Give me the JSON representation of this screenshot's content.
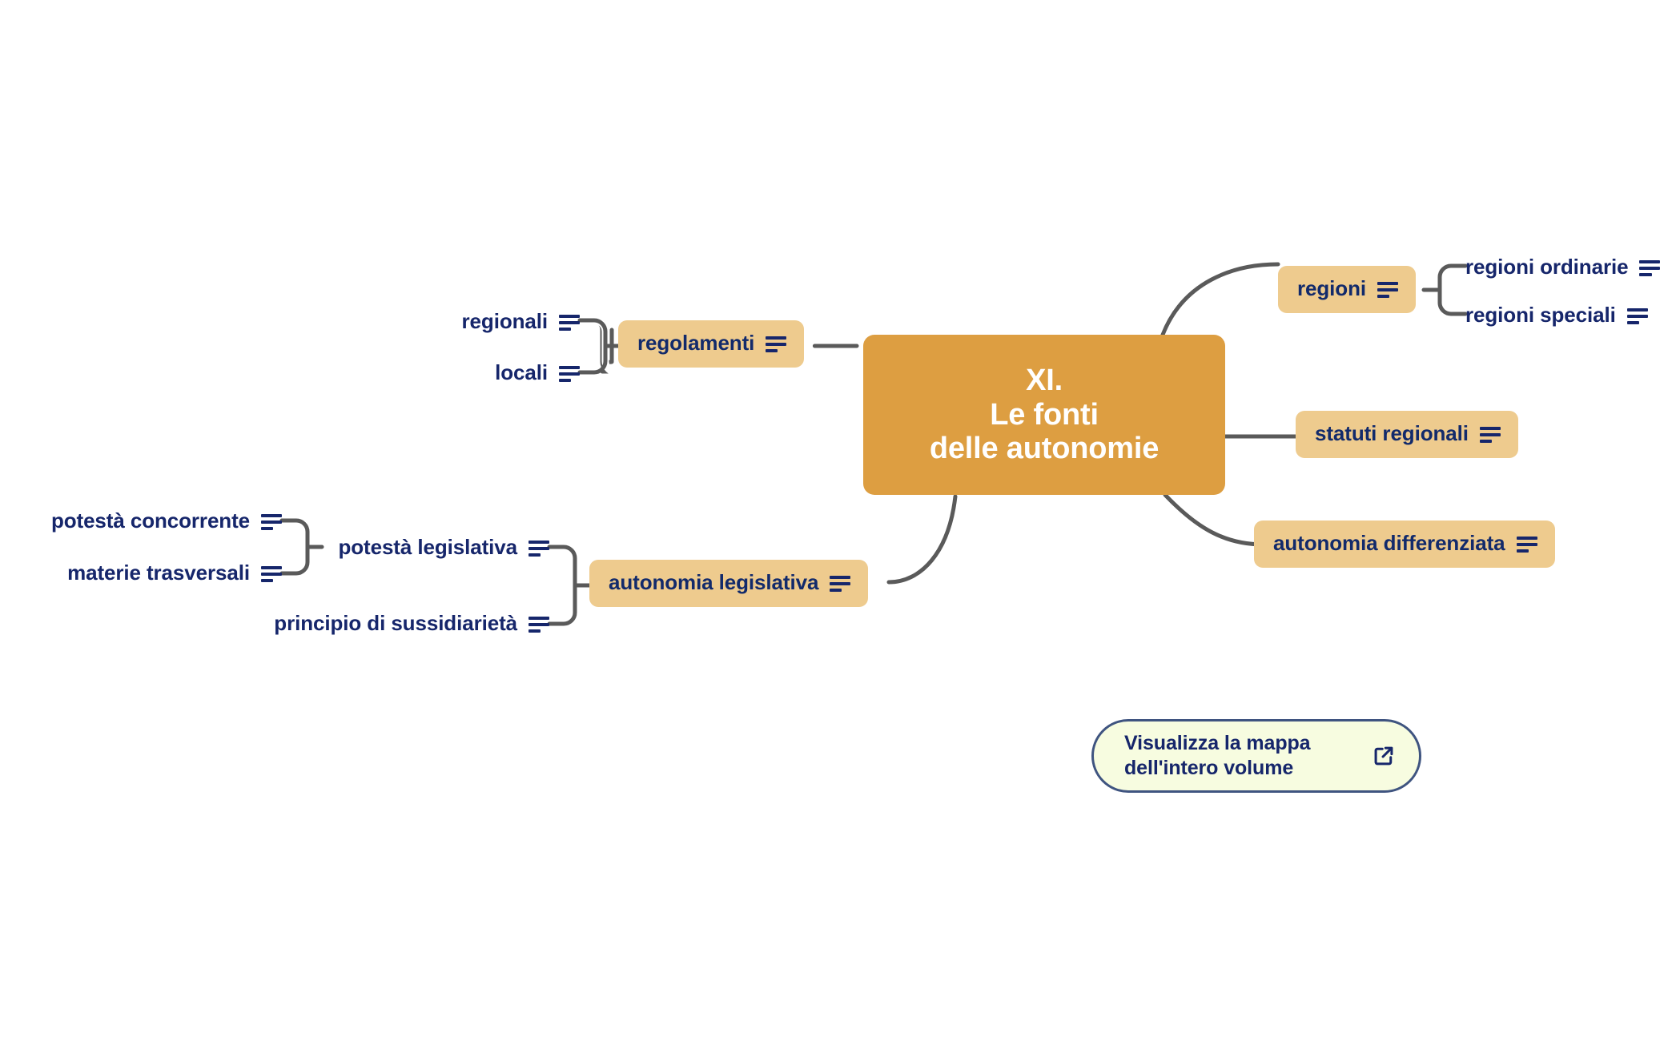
{
  "map": {
    "root": {
      "label": "XI.\nLe fonti\ndelle autonomie",
      "color": "#DD9E41",
      "text_color": "#FFFFFF"
    },
    "branch_color": "#EECB8E",
    "leaf_text_color": "#16266B",
    "edge_color": "#5A5A5A",
    "branches": [
      {
        "id": "regioni",
        "label": "regioni",
        "side": "right",
        "note_icon": "note-lines-icon",
        "children": [
          {
            "id": "regioni-ordinarie",
            "label": "regioni ordinarie",
            "note_icon": "note-lines-icon"
          },
          {
            "id": "regioni-speciali",
            "label": "regioni speciali",
            "note_icon": "note-lines-icon"
          }
        ]
      },
      {
        "id": "statuti-regionali",
        "label": "statuti regionali",
        "side": "right",
        "note_icon": "note-lines-icon",
        "children": []
      },
      {
        "id": "autonomia-differenziata",
        "label": "autonomia differenziata",
        "side": "right",
        "note_icon": "note-lines-icon",
        "children": []
      },
      {
        "id": "regolamenti",
        "label": "regolamenti",
        "side": "left",
        "note_icon": "note-lines-icon",
        "children": [
          {
            "id": "regionali",
            "label": "regionali",
            "note_icon": "note-lines-icon"
          },
          {
            "id": "locali",
            "label": "locali",
            "note_icon": "note-lines-icon"
          }
        ]
      },
      {
        "id": "autonomia-legislativa",
        "label": "autonomia legislativa",
        "side": "left",
        "note_icon": "note-lines-icon",
        "children": [
          {
            "id": "potesta-legislativa",
            "label": "potestà legislativa",
            "note_icon": "note-lines-icon",
            "children": [
              {
                "id": "potesta-concorrente",
                "label": "potestà concorrente",
                "note_icon": "note-lines-icon"
              },
              {
                "id": "materie-trasversali",
                "label": "materie trasversali",
                "note_icon": "note-lines-icon"
              }
            ]
          },
          {
            "id": "principio-di-sussidiarieta",
            "label": "principio di sussidiarietà",
            "note_icon": "note-lines-icon"
          }
        ]
      }
    ]
  },
  "footer": {
    "button": {
      "label": "Visualizza la mappa\ndell'intero volume",
      "icon": "external-link-icon",
      "background": "#F7FCE0",
      "border_color": "#3F5480",
      "text_color": "#16266B"
    }
  }
}
